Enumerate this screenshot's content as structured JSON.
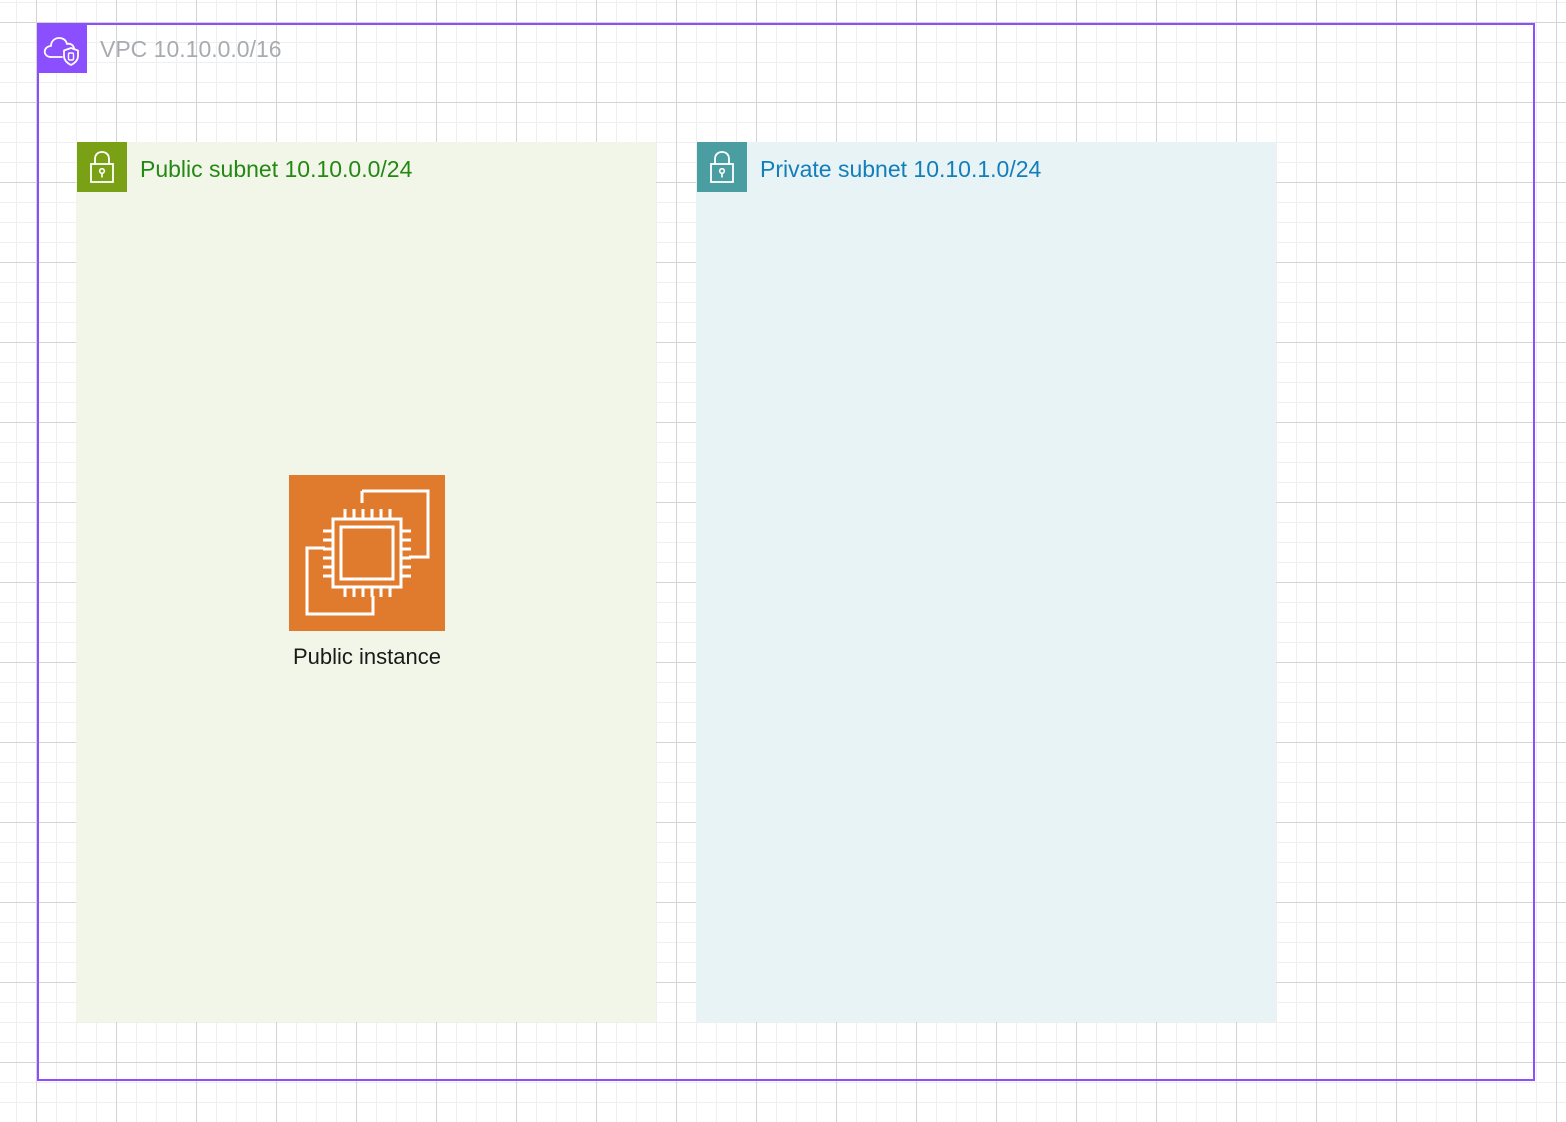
{
  "vpc": {
    "label": "VPC 10.10.0.0/16",
    "icon": "vpc-cloud-shield-icon",
    "color": "#8c4fff"
  },
  "public_subnet": {
    "label": "Public subnet 10.10.0.0/24",
    "icon": "lock-icon",
    "color": "#248814",
    "icon_bg": "#7aa116",
    "fill": "#f2f6e9"
  },
  "private_subnet": {
    "label": "Private subnet 10.10.1.0/24",
    "icon": "lock-icon",
    "color": "#147eba",
    "icon_bg": "#4a9ea1",
    "fill": "#e7f3f5"
  },
  "instance": {
    "label": "Public instance",
    "icon": "ec2-instance-chip-icon",
    "color": "#e07b2e"
  }
}
